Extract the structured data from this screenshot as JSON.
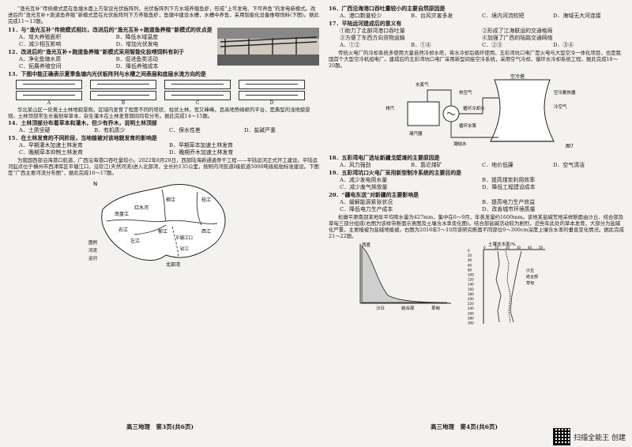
{
  "left": {
    "intro1": "“渔光互补”传统模式是在鱼塘水面上方架设光伏板阵列，光伏板阵列下方水域养殖鱼虾，形成“上可发电、下可养鱼”的发电新模式。改进后的“渔光互补+跑道鱼养殖”新模式是在光伏板阵列下方养殖鱼虾，鱼塘中建设水槽，水槽中养鱼，采用智能化设备推喂饲料(下图)。据此完成11～13题。",
    "q11": "11．与“渔光互补”传统模式相比，改进后的“渔光互补+跑道鱼养殖”新模式的优点是",
    "q11_opts": [
      "A．增大养殖面积",
      "B．降低水域温度",
      "C．减少相互影响",
      "D．增加光伏发电"
    ],
    "q12": "12．改进后的“渔光互补+跑道鱼养殖”新模式采用智能化投喂饲料有利于",
    "q12_opts": [
      "A．净化鱼塘水质",
      "B．促进鱼类活动",
      "C．拓展养殖空间",
      "D．降低养殖成本"
    ],
    "q13": "13．下图中能正确表示夏季鱼塘内光伏板阵列与水槽之间表层和底层水流方向的是",
    "q13_labels": [
      "A",
      "B",
      "C",
      "D"
    ],
    "intro2": "华北某山区一处黄土土林地貌景观，区域内发育了程度不同的塔状、柱状土林，宽又峰峰，且高地势崎岖的平台，是典型的浅地貌景观。土林顶部常生长着耐旱草本，杂生灌木在土林发育期间均有分布。据此完成14～15题。",
    "q14": "14．土林顶部分布着草本和灌木，但少有乔木，说明土林顶部",
    "q14_opts": [
      "A．土质坚硬",
      "B．有机质少",
      "C．保水性差",
      "D．盐碱严重"
    ],
    "q15": "15．在土林发育的不同阶段，当地植被对该地貌发育的影响是",
    "q15_opts": [
      "A．早期灌木加速土林发育",
      "B．早期草本加速土林发育",
      "C．晚期草本抑制土林发育",
      "D．晚期乔木加速土林发育"
    ],
    "intro3": "为我国西部沿海港口航道，广西沿海港口吞吐量较小。2022年8月28日，西部陆海新通道骨干工程——平陆运河正式开工建设。平陆运河起点位于横州市西津库区平塘江口，沿钦江(天然河流)进入北部湾，全长约135公里，按照内河航道Ⅰ级航道5000吨级船舶标准建设。下图是“广西主要河流分布图”，据此完成16～17题。",
    "map_labels": [
      "N",
      "南盘江",
      "红水河",
      "柳江",
      "桂江",
      "右江",
      "左江",
      "郁江",
      "西江",
      "平塘江口",
      "钦江",
      "北部湾",
      "图例",
      "河流",
      "运河"
    ],
    "footer": "高三地理　第3页(共6页)"
  },
  "right": {
    "q16": "16．广西沿海港口吞吐量较小的主要自然原因是",
    "q16_opts": [
      "A．港口数量较少",
      "B．台风灾害多发",
      "C．境内河流较短",
      "D．海域无大河连接"
    ],
    "q17": "17．平陆运河建成后的意义有",
    "q17_items": [
      "①助力了北部湾港口吞吐量",
      "②形成了江海联运的交通格局",
      "③方便了东西方向货物运输",
      "④加强了广西的陆路交通网络"
    ],
    "q17_opts": [
      "A．①②",
      "B．①④",
      "C．②③",
      "D．③④"
    ],
    "intro4": "传统火电厂的冷却系统多使用大量自然冷却水塔，将水冷却后循环使用。五彩湾坑口电厂是火电与大型空冷一体化项目，也是我国首个大型空冷机组电厂。建成后的五彩湾坑口电厂采用新型间接空冷系统，采用空气冷却，循环水冷却系统工程。据此完成18～20题。",
    "diagram_labels": [
      "空冷塔",
      "空冷散热器",
      "冷空气",
      "热空气",
      "循环冷却水",
      "凝汽器",
      "水蒸气",
      "循环水泵",
      "排汽",
      "凝结水",
      "图7"
    ],
    "q18": "18．五彩湾电厂选址新疆戈壁滩的主要原因是",
    "q18_opts": [
      "A．风力强劲",
      "B．靠近煤矿",
      "C．地价低廉",
      "D．空气清洁"
    ],
    "q19": "19．五彩湾坑口火电厂采用新型制冷系统的主要目的是",
    "q19_opts": [
      "A．减少发电用水量",
      "B．提高煤炭利用效率",
      "C．减少废气排放量",
      "D．降低工程建设成本"
    ],
    "q20": "20．“疆电东送”对新疆的主要影响是",
    "q20_opts": [
      "A．缓解能源紧张状况",
      "B．提高电力生产效益",
      "C．降低电力生产成本",
      "D．改善城市环境质量"
    ],
    "intro5": "松嫩平原南部某地年平均降水量为427mm，集中在6～9月，年蒸发量约1600mm。该地某盐碱荒地采样断面由沙丘、结合部及草甸三部分组成(右图为该样带断面示意图及土壤含水率变化图)。结合部盐碱活动较为剧烈，近些年此处的草本发育，大部分为盐碱化严重，主要植被为盐碱地植被。右图为2016年5～10月该研究断面不同部位0～300cm深度上壤含水率的垂直变化情况。据此完成21～22题。",
    "profile_labels": [
      "西度",
      "沙丘",
      "结合部",
      "草甸"
    ],
    "moisture_title": "土壤含水率/%",
    "moisture_x_ticks": [
      "0",
      "10",
      "20",
      "30",
      "40",
      "50"
    ],
    "moisture_y_ticks": [
      "0",
      "20",
      "40",
      "60",
      "80",
      "100",
      "120",
      "140",
      "160",
      "180",
      "200",
      "220",
      "240",
      "260",
      "280",
      "300"
    ],
    "moisture_legend": [
      "沙丘",
      "结合部",
      "草甸"
    ],
    "footer": "高三地理　第4页(共6页)"
  },
  "scan": "扫描全能王 创建"
}
